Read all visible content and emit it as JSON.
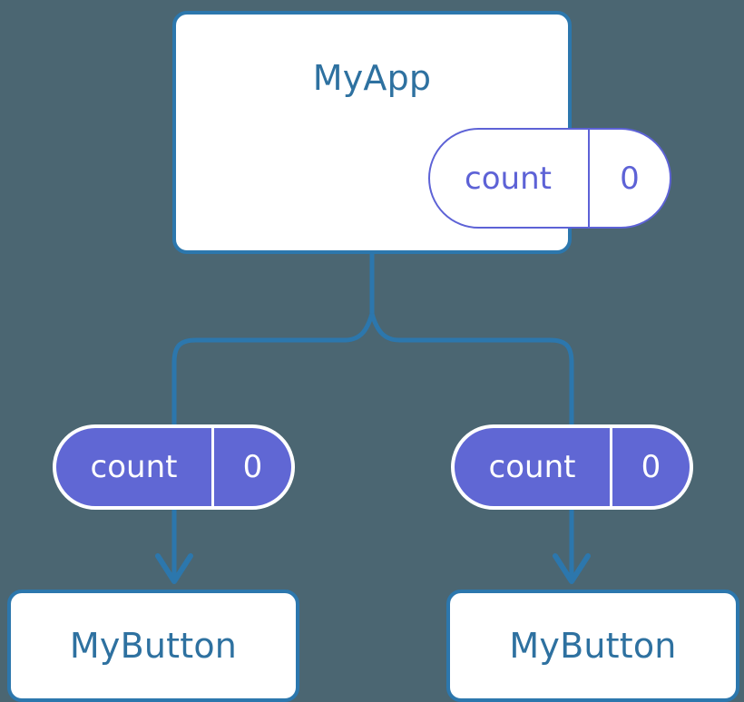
{
  "diagram": {
    "type": "component-tree",
    "title_text": "MyApp",
    "background_color": "#4b6672",
    "accent_blue": "#2c77ad",
    "accent_purple": "#6067d4",
    "nodes": {
      "root": {
        "name": "MyApp",
        "state_key": "count",
        "state_value": "0"
      },
      "children": [
        {
          "state_key": "count",
          "state_value": "0",
          "name": "MyButton"
        },
        {
          "state_key": "count",
          "state_value": "0",
          "name": "MyButton"
        }
      ]
    }
  }
}
